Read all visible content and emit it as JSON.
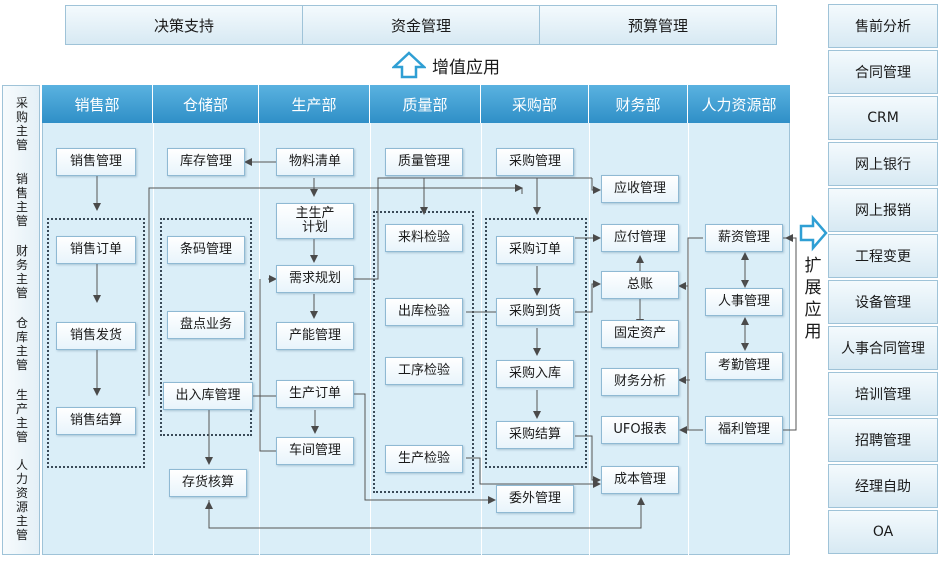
{
  "top_modules": [
    "决策支持",
    "资金管理",
    "预算管理"
  ],
  "value_added_label": "增值应用",
  "extension_label": "扩\n展\n应\n用",
  "roles": [
    "采\n购\n主\n管",
    "销\n售\n主\n管",
    "财\n务\n主\n管",
    "仓\n库\n主\n管",
    "生\n产\n主\n管",
    "人\n力\n资\n源\n主\n管"
  ],
  "departments": [
    "销售部",
    "仓储部",
    "生产部",
    "质量部",
    "采购部",
    "财务部",
    "人力资源部"
  ],
  "nodes": {
    "sales_mgmt": "销售管理",
    "sales_order": "销售订单",
    "sales_delivery": "销售发货",
    "sales_settle": "销售结算",
    "inventory_mgmt": "库存管理",
    "barcode_mgmt": "条码管理",
    "stocktake": "盘点业务",
    "inout_mgmt": "出入库管理",
    "inventory_cost": "存货核算",
    "bom": "物料清单",
    "mps": "主生产\n计划",
    "mrp": "需求规划",
    "capacity": "产能管理",
    "prod_order": "生产订单",
    "workshop": "车间管理",
    "quality_mgmt": "质量管理",
    "incoming_inspect": "来料检验",
    "outgoing_inspect": "出库检验",
    "process_inspect": "工序检验",
    "prod_inspect": "生产检验",
    "purchase_mgmt": "采购管理",
    "purchase_order": "采购订单",
    "purchase_arrival": "采购到货",
    "purchase_instock": "采购入库",
    "purchase_settle": "采购结算",
    "outsourcing": "委外管理",
    "ar": "应收管理",
    "ap": "应付管理",
    "gl": "总账",
    "fixed_assets": "固定资产",
    "fin_analysis": "财务分析",
    "ufo": "UFO报表",
    "cost_mgmt": "成本管理",
    "payroll": "薪资管理",
    "hr_mgmt": "人事管理",
    "attendance": "考勤管理",
    "welfare": "福利管理"
  },
  "extensions": [
    "售前分析",
    "合同管理",
    "CRM",
    "网上银行",
    "网上报销",
    "工程变更",
    "设备管理",
    "人事合同管理",
    "培训管理",
    "招聘管理",
    "经理自助",
    "OA"
  ]
}
